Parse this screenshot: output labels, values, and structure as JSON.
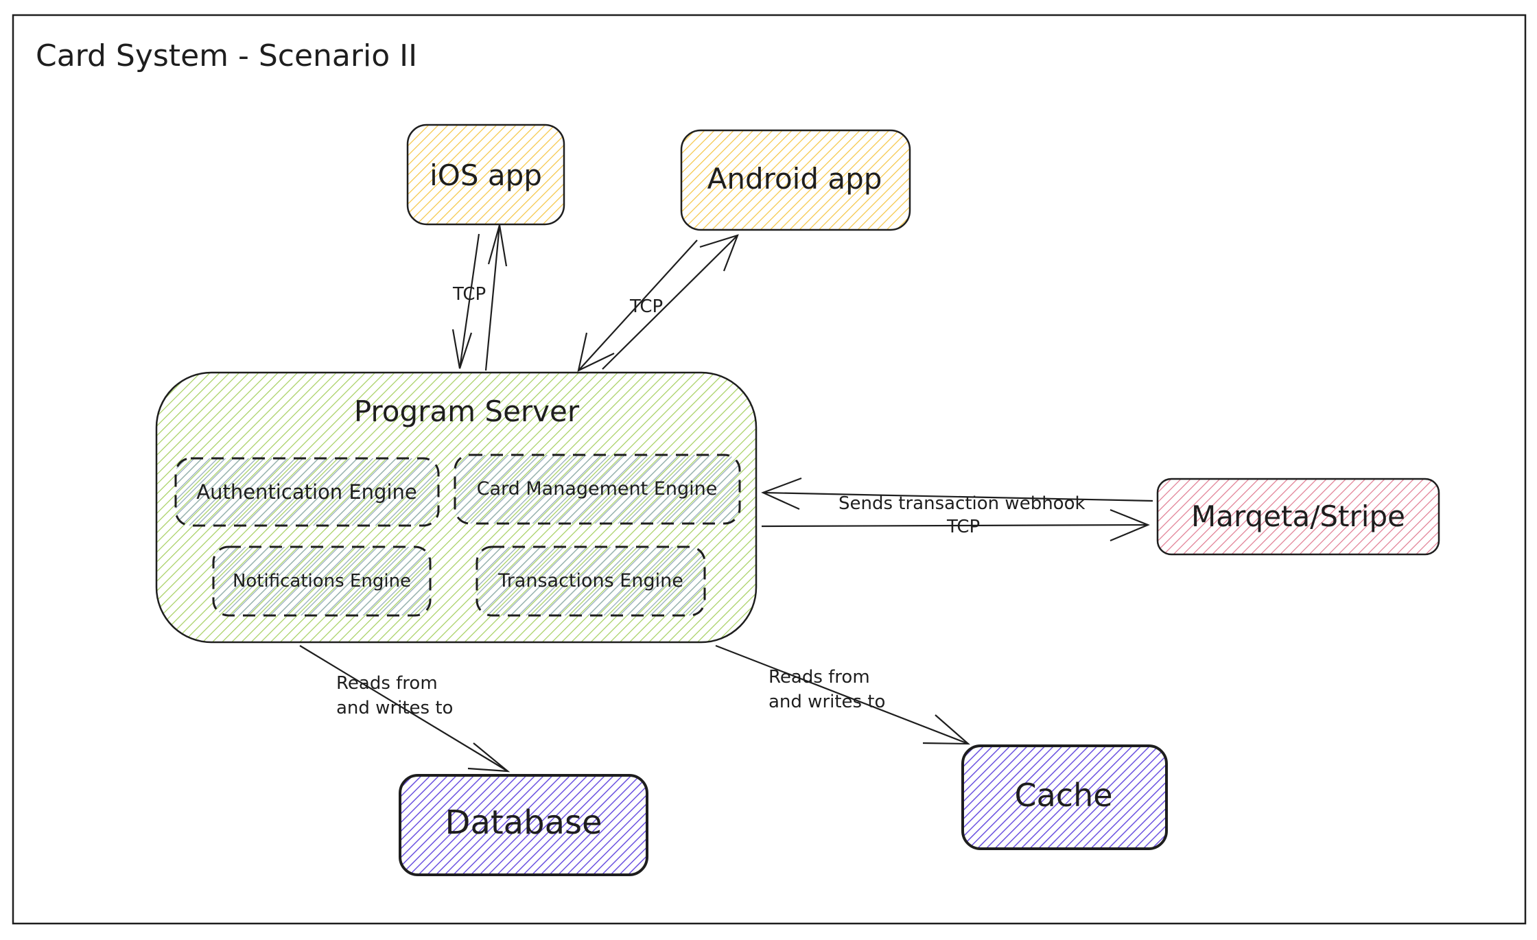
{
  "title": "Card System - Scenario II",
  "colors": {
    "stroke": "#1e1e1e",
    "client_fill": "#f5c542",
    "server_fill": "#a5cf5e",
    "engine_fill": "#8fa8b8",
    "gateway_fill": "#e07a90",
    "storage_fill": "#6b52e0"
  },
  "nodes": {
    "ios_app": "iOS app",
    "android_app": "Android app",
    "program_server": "Program Server",
    "authentication_engine": "Authentication Engine",
    "card_management_engine": "Card Management Engine",
    "notifications_engine": "Notifications Engine",
    "transactions_engine": "Transactions Engine",
    "marqeta_stripe": "Marqeta/Stripe",
    "database": "Database",
    "cache": "Cache"
  },
  "edges": {
    "ios_tcp": "TCP",
    "android_tcp": "TCP",
    "webhook_label": "Sends transaction webhook",
    "webhook_tcp": "TCP",
    "db_label_line1": "Reads from",
    "db_label_line2": "and writes to",
    "cache_label_line1": "Reads from",
    "cache_label_line2": "and writes to"
  }
}
